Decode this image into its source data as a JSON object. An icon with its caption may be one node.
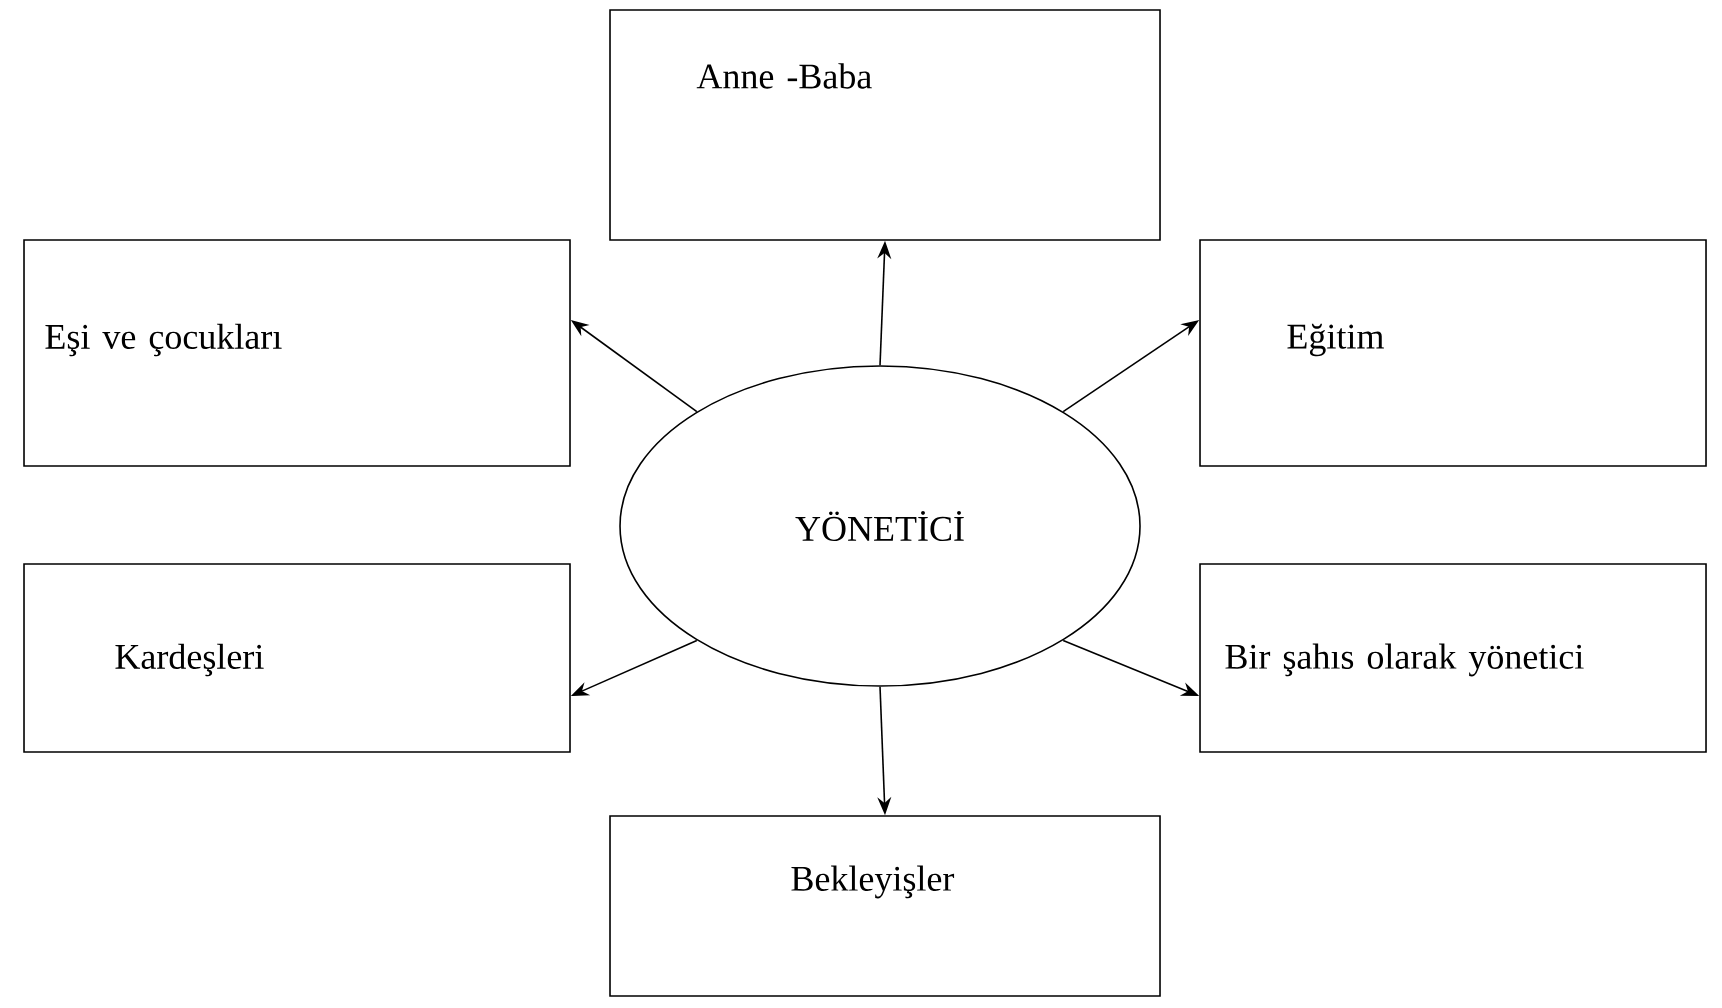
{
  "diagram": {
    "nodes": [
      {
        "text": [
          "Anne -Baba"
        ]
      },
      {
        "text": [
          "Eşi ve çocukları"
        ]
      },
      {
        "text": [
          "Eğitim"
        ]
      },
      {
        "text": [
          "YÖNETİCİ"
        ]
      },
      {
        "text": [
          "Kardeşleri"
        ]
      },
      {
        "text": [
          "Bir şahıs olarak yönetici"
        ]
      },
      {
        "text": [
          "Bekleyişler"
        ]
      }
    ],
    "edges": [
      {
        "from": 3,
        "to": 0,
        "arrow": "to"
      },
      {
        "from": 3,
        "to": 1,
        "arrow": "to"
      },
      {
        "from": 3,
        "to": 2,
        "arrow": "to"
      },
      {
        "from": 3,
        "to": 4,
        "arrow": "to"
      },
      {
        "from": 3,
        "to": 5,
        "arrow": "to"
      },
      {
        "from": 3,
        "to": 6,
        "arrow": "to"
      }
    ]
  }
}
